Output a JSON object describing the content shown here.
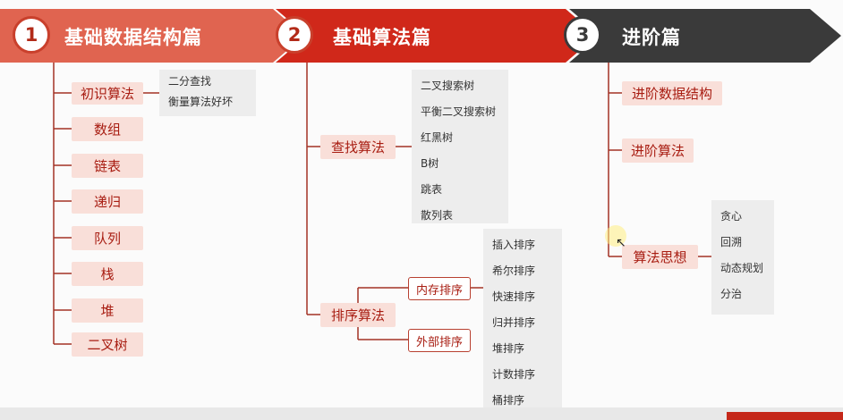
{
  "sections": [
    {
      "number": "1",
      "title": "基础数据结构篇"
    },
    {
      "number": "2",
      "title": "基础算法篇"
    },
    {
      "number": "3",
      "title": "进阶篇"
    }
  ],
  "col1": {
    "nodes": [
      "初识算法",
      "数组",
      "链表",
      "递归",
      "队列",
      "栈",
      "堆",
      "二叉树"
    ],
    "intro_box": [
      "二分查找",
      "衡量算法好坏"
    ]
  },
  "col2": {
    "search": {
      "label": "查找算法",
      "items": [
        "二叉搜索树",
        "平衡二叉搜索树",
        "红黑树",
        "B树",
        "跳表",
        "散列表"
      ]
    },
    "sort": {
      "label": "排序算法",
      "internal": "内存排序",
      "external": "外部排序",
      "items": [
        "插入排序",
        "希尔排序",
        "快速排序",
        "归并排序",
        "堆排序",
        "计数排序",
        "桶排序"
      ]
    }
  },
  "col3": {
    "nodes": [
      "进阶数据结构",
      "进阶算法",
      "算法思想"
    ],
    "ideas": [
      "贪心",
      "回溯",
      "动态规划",
      "分治"
    ]
  },
  "colors": {
    "red_light": "#e06450",
    "red": "#d0281a",
    "dark": "#3a3a3a",
    "node_bg": "#f9dfd9",
    "node_text": "#a81d12"
  }
}
